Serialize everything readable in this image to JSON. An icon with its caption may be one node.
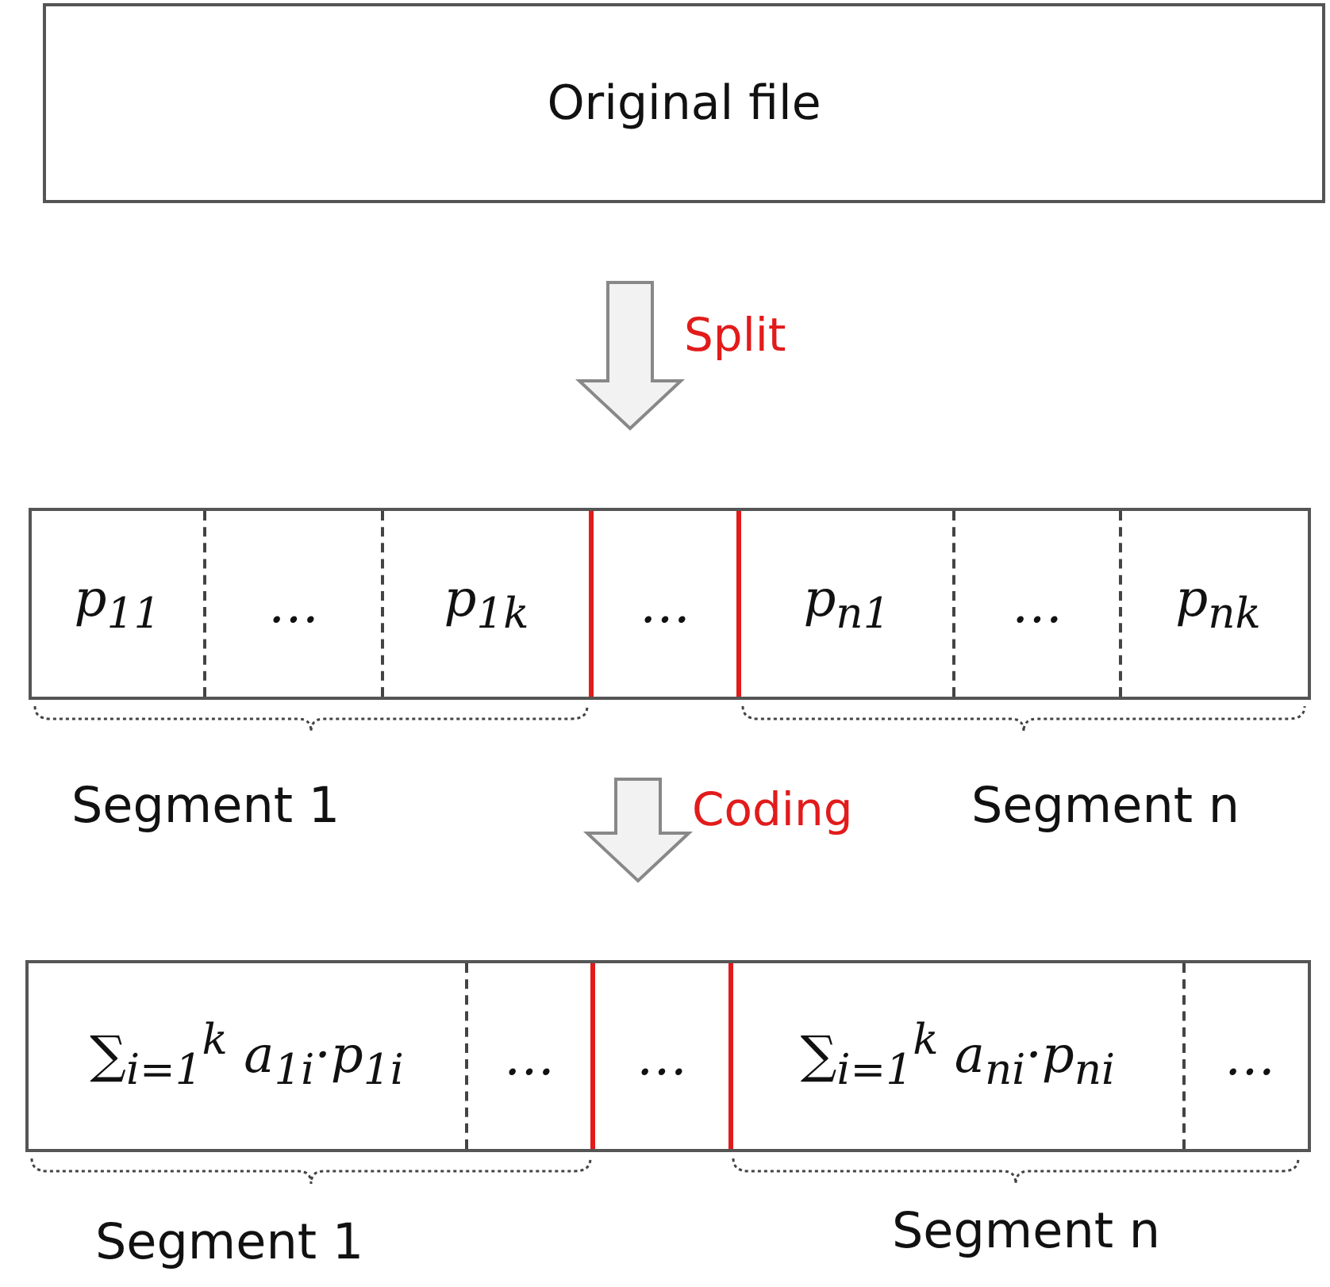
{
  "diagram": {
    "nodes": [
      {
        "text": [
          "Original file"
        ]
      },
      {
        "text": [],
        "shape": "box"
      },
      {
        "text": [
          "p$_{11}$"
        ],
        "in": 1
      },
      {
        "text": [
          "…"
        ],
        "in": 1
      },
      {
        "text": [
          "p$_{1k}$"
        ],
        "in": 1
      },
      {
        "text": [
          "…"
        ],
        "in": 1
      },
      {
        "text": [
          "p$_{n1}$"
        ],
        "in": 1
      },
      {
        "text": [
          "…"
        ],
        "in": 1
      },
      {
        "text": [
          "p$_{nk}$"
        ],
        "in": 1
      },
      {
        "text": [],
        "shape": "box"
      },
      {
        "text": [
          "∑$_{i=1}$$^{k}$ a$_{1i}$·p$_{1i}$"
        ],
        "in": 9
      },
      {
        "text": [
          "…"
        ],
        "in": 9
      },
      {
        "text": [
          "…"
        ],
        "in": 9
      },
      {
        "text": [
          "∑$_{i=1}$$^{k}$ a$_{ni}$·p$_{ni}$"
        ],
        "in": 9
      },
      {
        "text": [
          "…"
        ],
        "in": 9
      }
    ],
    "edges": [
      {
        "from": 0,
        "to": 1,
        "arrow": "to",
        "label": "Split"
      },
      {
        "from": 1,
        "to": 9,
        "arrow": "to",
        "label": "Coding"
      }
    ],
    "labels": [
      "Segment 1",
      "Segment n",
      "Segment 1",
      "Segment n"
    ]
  }
}
